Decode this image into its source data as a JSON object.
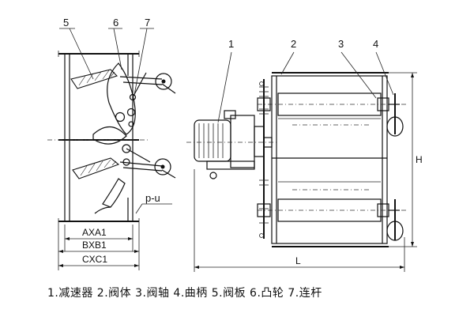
{
  "side_view": {
    "callouts": [
      "5",
      "6",
      "7"
    ],
    "dims": [
      "AXA1",
      "BXB1",
      "CXC1"
    ],
    "flange_label": "p-u"
  },
  "front_view": {
    "callouts": [
      "1",
      "2",
      "3",
      "4"
    ],
    "dims": [
      "H",
      "L"
    ]
  },
  "caption": "1.减速器 2.阀体 3.阀轴 4.曲柄 5.阀板 6.凸轮 7.连杆"
}
